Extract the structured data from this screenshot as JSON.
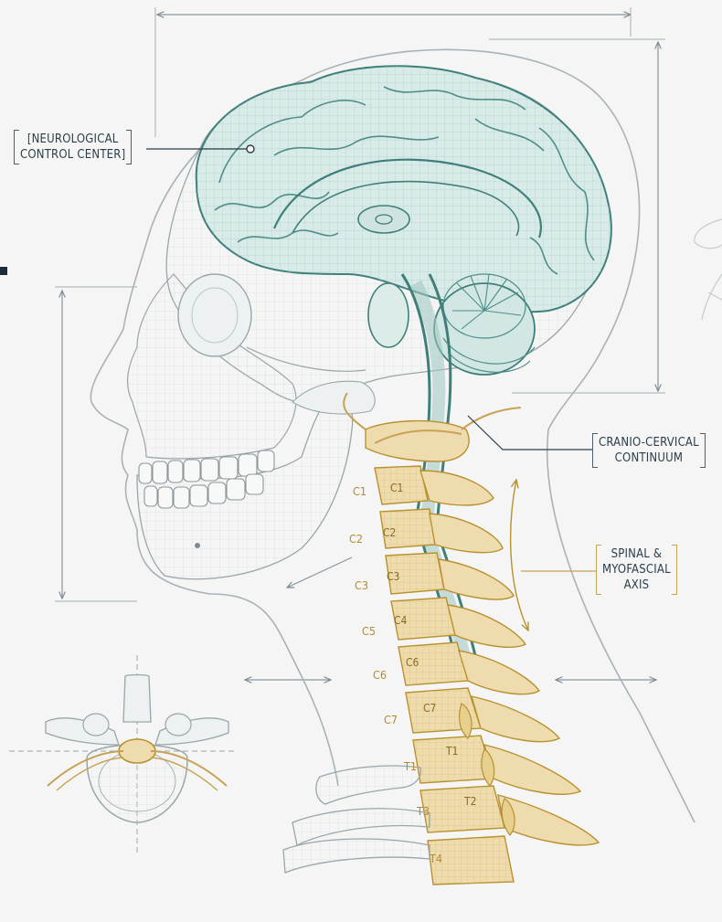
{
  "callouts": {
    "neuro": {
      "lines": [
        "[NEUROLOGICAL",
        "CONTROL CENTER]"
      ]
    },
    "cranio": {
      "lines": [
        "CRANIO-CERVICAL",
        "CONTINUUM"
      ]
    },
    "spinal": {
      "lines": [
        "SPINAL &",
        "MYOFASCIAL",
        "AXIS"
      ]
    }
  },
  "vertebra_labels_outer": [
    "C1",
    "C2",
    "C3",
    "C5",
    "C6",
    "C7",
    "T1",
    "T3",
    "T4"
  ],
  "vertebra_labels_inner": [
    "C1",
    "C2",
    "C3",
    "C4",
    "C6",
    "C7",
    "T1",
    "T2"
  ],
  "colors": {
    "brain_stroke": "#3f7f7a",
    "brain_fill": "#d9ebe8",
    "spine_stroke": "#b8912f",
    "spine_fill": "#eedcae",
    "skull_stroke": "#9aa6aa",
    "dimension_line": "#7d8a92",
    "background": "#f4f5f4"
  }
}
